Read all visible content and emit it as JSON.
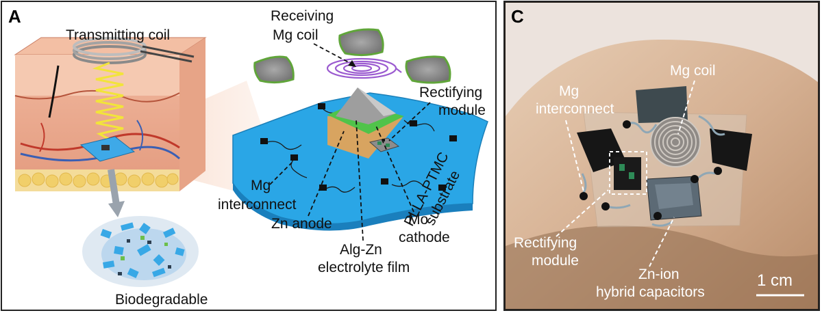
{
  "panel_a": {
    "panel_label": "A",
    "transmitting_coil": "Transmitting coil",
    "receiving_line1": "Receiving",
    "receiving_line2": "Mg coil",
    "rectifying_line1": "Rectifying",
    "rectifying_line2": "module",
    "substrate_line1": "PLLA-PTMC",
    "substrate_line2": "substrate",
    "mg_line1": "Mg",
    "mg_line2": "interconnect",
    "zn_anode": "Zn anode",
    "mo_line1": "Mo",
    "mo_line2": "cathode",
    "alg_line1": "Alg-Zn",
    "alg_line2": "electrolyte film",
    "biodegradable": "Biodegradable"
  },
  "panel_c": {
    "panel_label": "C",
    "mg_coil": "Mg coil",
    "mg_line1": "Mg",
    "mg_line2": "interconnect",
    "rect_line1": "Rectifying",
    "rect_line2": "module",
    "zn_line1": "Zn-ion",
    "zn_line2": "hybrid capacitors",
    "scale_bar": "1 cm"
  },
  "colors": {
    "substrate_blue": "#2aa6e6",
    "skin": "#e8a58a",
    "coil_yellow": "#f2e43a",
    "mg_coil_purple": "#9b5bd0",
    "tissue": "#d9b79b"
  }
}
